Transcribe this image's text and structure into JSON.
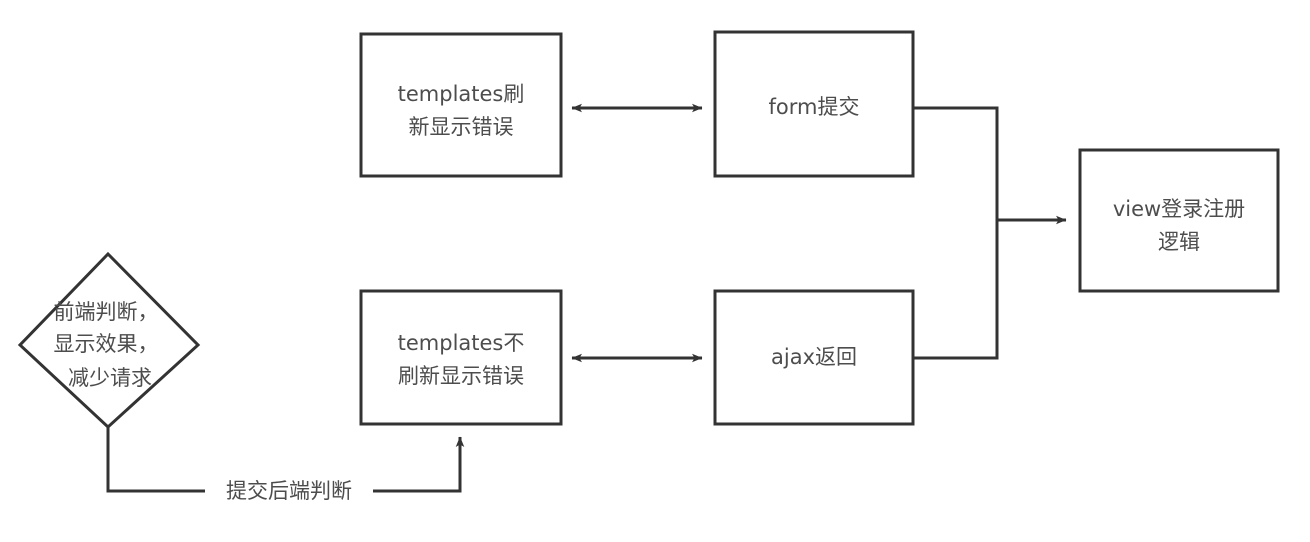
{
  "diagram": {
    "type": "flowchart",
    "background_color": "#ffffff",
    "stroke_color": "#333333",
    "text_color": "#4d4d4d",
    "nodes": [
      {
        "id": "frontend-decision",
        "shape": "diamond",
        "lines": [
          "前端判断，",
          "显示效果，",
          "减少请求"
        ]
      },
      {
        "id": "templates-refresh",
        "shape": "rect",
        "lines": [
          "templates刷",
          "新显示错误"
        ]
      },
      {
        "id": "form-submit",
        "shape": "rect",
        "lines": [
          "form提交"
        ]
      },
      {
        "id": "templates-no-refresh",
        "shape": "rect",
        "lines": [
          "templates不",
          "刷新显示错误"
        ]
      },
      {
        "id": "ajax-return",
        "shape": "rect",
        "lines": [
          "ajax返回"
        ]
      },
      {
        "id": "view-auth-logic",
        "shape": "rect",
        "lines": [
          "view登录注册",
          "逻辑"
        ]
      }
    ],
    "edges": [
      {
        "id": "templates-refresh--form-submit",
        "from": "templates-refresh",
        "to": "form-submit",
        "arrows": "both",
        "label": ""
      },
      {
        "id": "templates-no-refresh--ajax-return",
        "from": "templates-no-refresh",
        "to": "ajax-return",
        "arrows": "both",
        "label": ""
      },
      {
        "id": "form-submit--view-auth-logic",
        "from": "form-submit",
        "to": "view-auth-logic",
        "arrows": "end",
        "label": ""
      },
      {
        "id": "ajax-return--view-auth-logic",
        "from": "ajax-return",
        "to": "view-auth-logic",
        "arrows": "end",
        "label": ""
      },
      {
        "id": "frontend-decision--templates-no-refresh",
        "from": "frontend-decision",
        "to": "templates-no-refresh",
        "arrows": "end",
        "label": "提交后端判断"
      }
    ]
  }
}
